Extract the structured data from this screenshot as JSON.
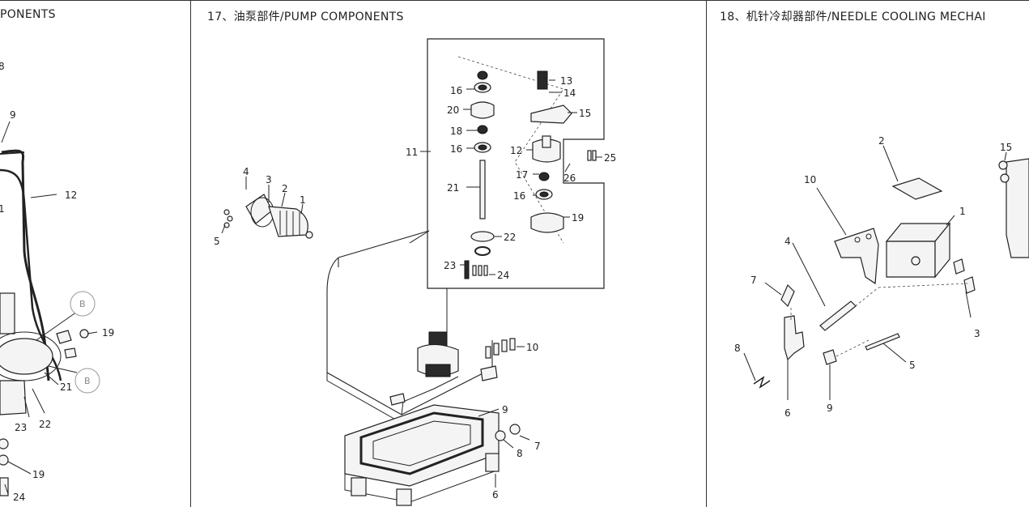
{
  "panels": {
    "left": {
      "title": "PONENTS",
      "callouts": [
        "8",
        "9",
        "1",
        "12",
        "B",
        "19",
        "B",
        "21",
        "23",
        "22",
        "19",
        "24"
      ]
    },
    "middle": {
      "title": "17、油泵部件/PUMP COMPONENTS",
      "callouts": [
        "13",
        "14",
        "15",
        "16",
        "20",
        "18",
        "16",
        "11",
        "12",
        "25",
        "26",
        "17",
        "16",
        "21",
        "19",
        "22",
        "23",
        "24",
        "4",
        "3",
        "2",
        "1",
        "5",
        "10",
        "9",
        "8",
        "7",
        "6"
      ]
    },
    "right": {
      "title": "18、机针冷却器部件/NEEDLE COOLING MECHAI",
      "callouts": [
        "2",
        "15",
        "10",
        "1",
        "4",
        "7",
        "3",
        "5",
        "8",
        "9",
        "6"
      ]
    }
  }
}
